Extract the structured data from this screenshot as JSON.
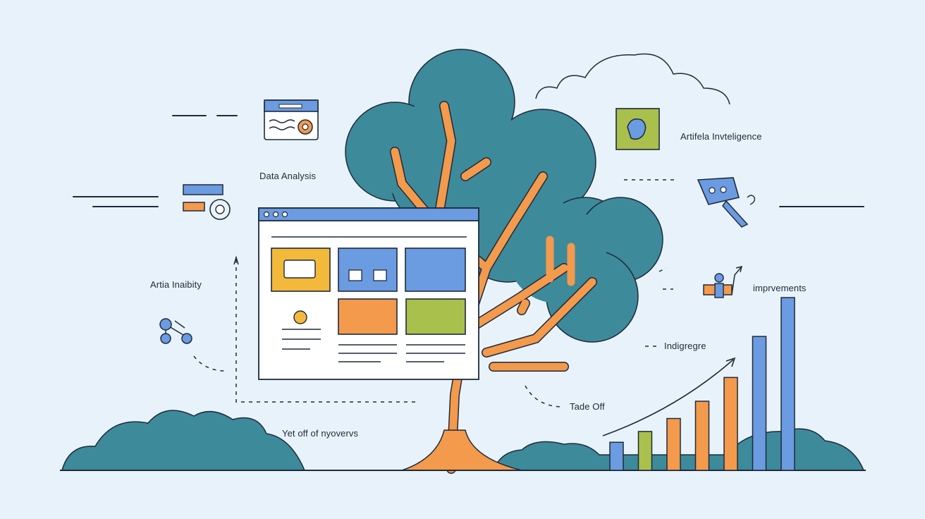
{
  "labels": {
    "data_analysis": "Data Analysis",
    "artia_inaibity": "Artia Inaibity",
    "artifela_intelligence": "Artifela Invteligence",
    "imprvements": "imprvements",
    "indigregre": "Indigregre",
    "tade_off": "Tade Off",
    "yet_off": "Yet off of nyovervs"
  },
  "bar_chart": {
    "values": [
      0.13,
      0.18,
      0.24,
      0.32,
      0.43,
      0.62,
      0.8
    ],
    "colors": [
      "#6b9be0",
      "#a9c04c",
      "#f39a4c",
      "#f39a4c",
      "#f39a4c",
      "#6b9be0",
      "#6b9be0"
    ]
  },
  "colors": {
    "background": "#e8f2fb",
    "teal": "#3d8a9b",
    "orange": "#f39a4c",
    "yellow": "#f2b93b",
    "blue": "#6b9be0",
    "green": "#a9c04c",
    "outline": "#1f2a3a"
  },
  "icons": [
    "gear-icon",
    "document-icon",
    "network-icon",
    "ai-chip-icon",
    "robot-icon",
    "user-icon",
    "trend-arrow-icon"
  ]
}
